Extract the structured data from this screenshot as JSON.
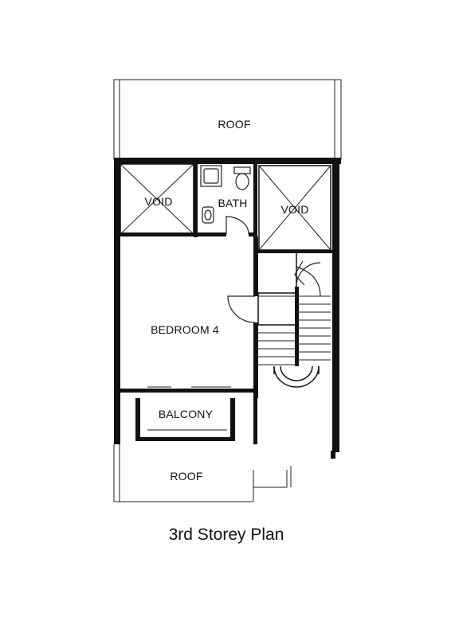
{
  "plan": {
    "caption": "3rd Storey Plan",
    "rooms": {
      "roof_top": "ROOF",
      "void_left": "VOID",
      "bath": "BATH",
      "void_right": "VOID",
      "bedroom": "BEDROOM 4",
      "balcony": "BALCONY",
      "roof_bottom": "ROOF"
    }
  }
}
